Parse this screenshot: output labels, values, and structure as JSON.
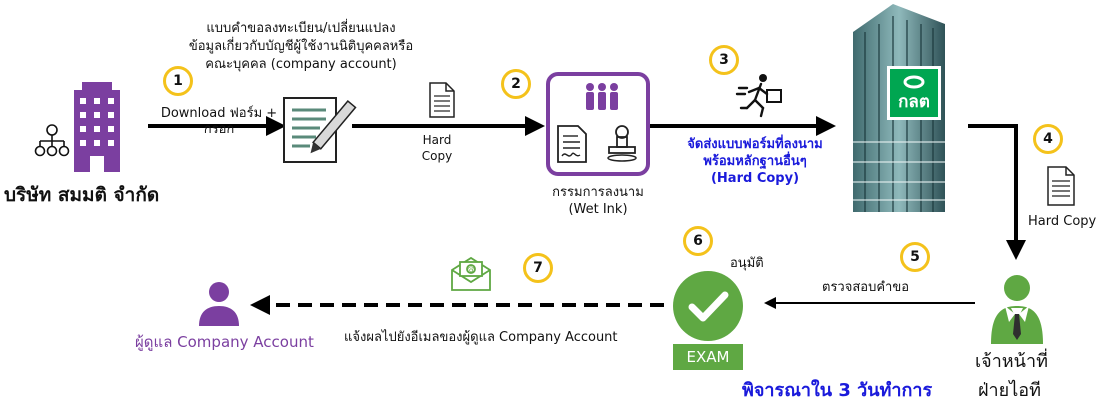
{
  "company": {
    "name": "บริษัท สมมติ จำกัด"
  },
  "steps": {
    "s1": "1",
    "s2": "2",
    "s3": "3",
    "s4": "4",
    "s5": "5",
    "s6": "6",
    "s7": "7"
  },
  "form_title": [
    "แบบคำขอลงทะเบียน/เปลี่ยนแปลง",
    "ข้อมูลเกี่ยวกับบัญชีผู้ใช้งานนิติบุคคลหรือ",
    "คณะบุคคล (company account)"
  ],
  "download_label": [
    "Download ฟอร์ม +",
    "กรอก"
  ],
  "hard_copy_1": [
    "Hard",
    "Copy"
  ],
  "signer": [
    "กรรมการลงนาม",
    "(Wet Ink)"
  ],
  "send_label": [
    "จัดส่งแบบฟอร์มที่ลงนาม",
    "พร้อมหลักฐานอื่นๆ",
    "(Hard Copy)"
  ],
  "sec_logo_text": "กลต",
  "hard_copy_2": "Hard Copy",
  "review_label": "ตรวจสอบคำขอ",
  "approve_label": "อนุมัติ",
  "exam_label": "EXAM",
  "officer": "เจ้าหน้าที่",
  "consider_label": "พิจารณาใน 3 วันทำการ",
  "it_dept": "ฝ่ายไอที",
  "notify_label": "แจ้งผลไปยังอีเมลของผู้ดูแล Company Account",
  "admin_label": "ผู้ดูแล Company Account",
  "colors": {
    "purple": "#7b3fa0",
    "blue": "#1a1adb",
    "green": "#5fa843",
    "gold": "#f4c21b",
    "arrow": "#000000"
  }
}
